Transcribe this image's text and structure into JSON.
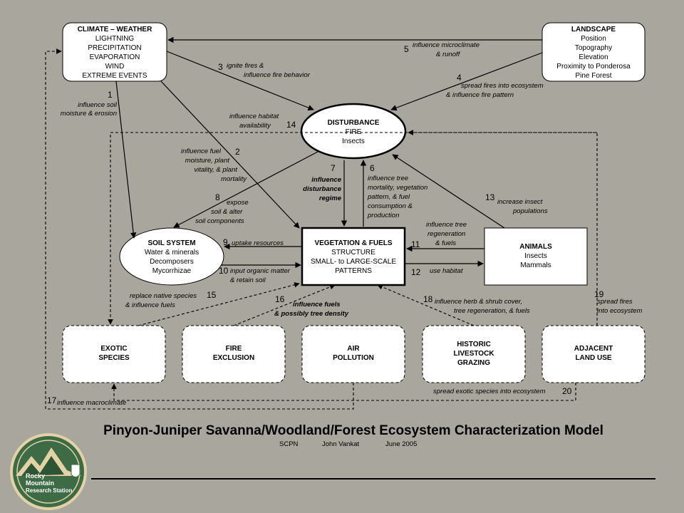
{
  "nodes": {
    "climate": {
      "title": "CLIMATE – WEATHER",
      "lines": [
        "LIGHTNING",
        "PRECIPITATION",
        "EVAPORATION",
        "WIND",
        "EXTREME EVENTS"
      ]
    },
    "landscape": {
      "title": "LANDSCAPE",
      "lines": [
        "Position",
        "Topography",
        "Elevation",
        "Proximity to Ponderosa",
        "Pine Forest"
      ]
    },
    "disturbance": {
      "title": "DISTURBANCE",
      "lines": [
        "FIRE",
        "Insects"
      ]
    },
    "soil": {
      "title": "SOIL SYSTEM",
      "lines": [
        "Water & minerals",
        "Decomposers",
        "Mycorrhizae"
      ]
    },
    "vegetation": {
      "title": "VEGETATION & FUELS",
      "lines": [
        "STRUCTURE",
        "SMALL- to LARGE-SCALE",
        "PATTERNS"
      ]
    },
    "animals": {
      "title": "ANIMALS",
      "lines": [
        "Insects",
        "Mammals"
      ]
    },
    "exotic": {
      "lines": [
        "EXOTIC",
        "SPECIES"
      ]
    },
    "fire_exclusion": {
      "lines": [
        "FIRE",
        "EXCLUSION"
      ]
    },
    "air_pollution": {
      "lines": [
        "AIR",
        "POLLUTION"
      ]
    },
    "grazing": {
      "lines": [
        "HISTORIC",
        "LIVESTOCK",
        "GRAZING"
      ]
    },
    "adjacent": {
      "lines": [
        "ADJACENT",
        "LAND USE"
      ]
    }
  },
  "links": [
    {
      "num": "1",
      "label": [
        "influence soil",
        "moisture & erosion"
      ]
    },
    {
      "num": "2",
      "label": [
        "influence fuel",
        "moisture, plant",
        "vitality, & plant",
        "mortality"
      ]
    },
    {
      "num": "3",
      "label": [
        "ignite fires &",
        "influence fire behavior"
      ]
    },
    {
      "num": "4",
      "label": [
        "spread fires into ecosystem",
        "& influence fire pattern"
      ]
    },
    {
      "num": "5",
      "label": [
        "influence microclimate",
        "& runoff"
      ]
    },
    {
      "num": "6",
      "label": [
        "influence tree",
        "mortality, vegetation",
        "pattern, & fuel",
        "consumption &",
        "production"
      ]
    },
    {
      "num": "7",
      "label": [
        "influence",
        "disturbance",
        "regime"
      ]
    },
    {
      "num": "8",
      "label": [
        "expose",
        "soil & alter",
        "soil components"
      ]
    },
    {
      "num": "9",
      "label": [
        "uptake resources"
      ]
    },
    {
      "num": "10",
      "label": [
        "input organic matter",
        "& retain soil"
      ]
    },
    {
      "num": "11",
      "label": [
        "influence tree",
        "regeneration",
        "& fuels"
      ]
    },
    {
      "num": "12",
      "label": [
        "use habitat"
      ]
    },
    {
      "num": "13",
      "label": [
        "increase insect",
        "populations"
      ]
    },
    {
      "num": "14",
      "label": [
        "influence habitat",
        "availability"
      ]
    },
    {
      "num": "15",
      "label": [
        "replace native species",
        "& influence fuels"
      ]
    },
    {
      "num": "16",
      "label": [
        "influence fuels",
        "& possibly tree density"
      ]
    },
    {
      "num": "17",
      "label": [
        "influence macroclimate"
      ]
    },
    {
      "num": "18",
      "label": [
        "influence herb & shrub cover,",
        "tree regeneration, & fuels"
      ]
    },
    {
      "num": "19",
      "label": [
        "spread fires",
        "into ecosystem"
      ]
    },
    {
      "num": "20",
      "label": [
        "spread exotic species into ecosystem"
      ]
    }
  ],
  "title": "Pinyon-Juniper Savanna/Woodland/Forest Ecosystem Characterization Model",
  "credits": {
    "org": "SCPN",
    "author": "John Vankat",
    "date": "June 2005"
  },
  "logo": {
    "text": [
      "Rocky",
      "Mountain",
      "Research Station"
    ]
  }
}
